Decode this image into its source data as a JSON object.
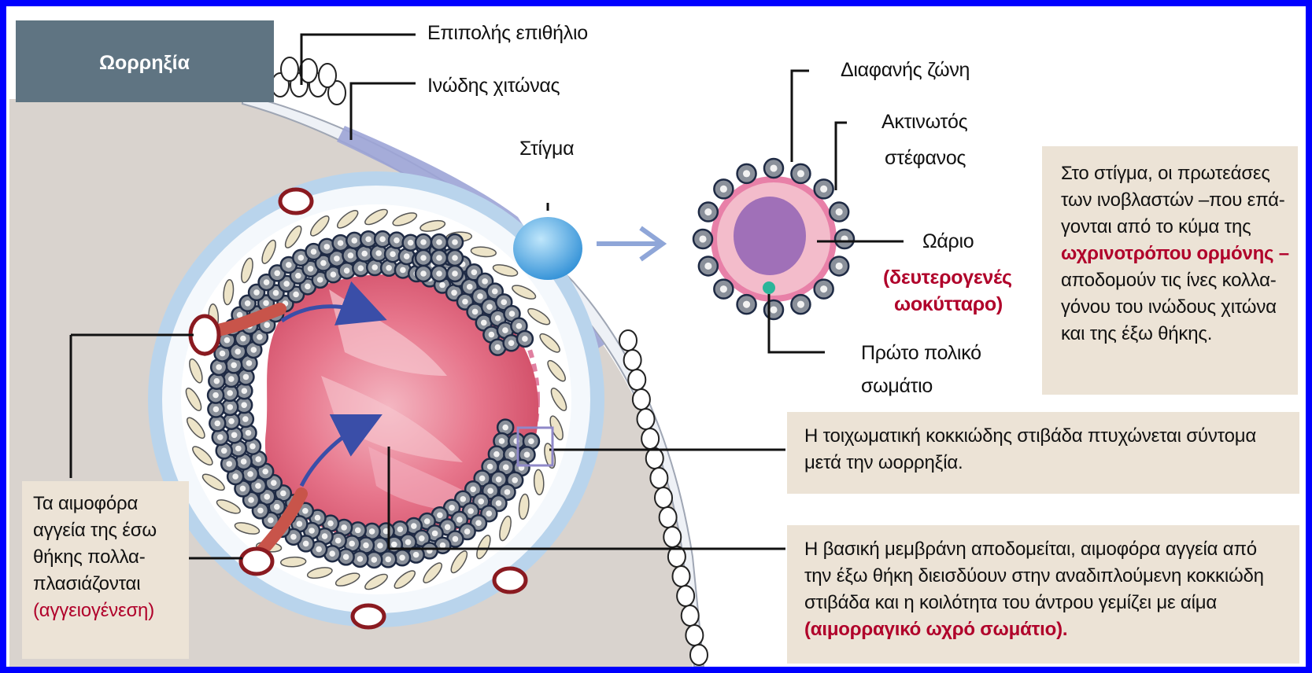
{
  "title_tab": "Ωορρηξία",
  "labels": {
    "epithelium": "Επιπολής επιθήλιο",
    "tunica": "Ινώδης χιτώνας",
    "stigma": "Στίγμα",
    "zona": "Διαφανής ζώνη",
    "corona_1": "Ακτινωτός",
    "corona_2": "στέφανος",
    "oocyte_1": "Ωάριο",
    "oocyte_2": "(δευτερογενές",
    "oocyte_3": "ωοκύτταρο)",
    "polar_1": "Πρώτο πολικό",
    "polar_2": "σωμάτιο"
  },
  "boxes": {
    "stigma_note": [
      "Στο στίγμα, οι πρωτεάσες",
      "των ινοβλαστών –που επά-",
      "γονται από το κύμα της",
      "ωχρινοτρόπου ορμόνης –",
      "αποδομούν τις ίνες κολλα-",
      "γόνου του ινώδους χιτώνα",
      "και της έξω θήκης."
    ],
    "granulosa_note": [
      "Η τοιχωματική κοκκιώδης στιβάδα πτυχώνεται σύντομα",
      "μετά την ωορρηξία."
    ],
    "membrane_note": [
      "Η βασική μεμβράνη αποδομείται, αιμοφόρα αγγεία από",
      "την έξω θήκη διεισδύουν στην αναδιπλούμενη κοκκιώδη",
      "στιβάδα και η κοιλότητα του άντρου γεμίζει με αίμα",
      "(αιμορραγικό ωχρό σωμάτιο)."
    ],
    "vessels_note": [
      "Τα αιμοφόρα",
      "αγγεία της έσω",
      "θήκης πολλα-",
      "πλασιάζονται",
      "(αγγειογένεση)"
    ]
  },
  "colors": {
    "frame": "#0000ff",
    "tab": "#5f7482",
    "stroma": "#d9d3ce",
    "note_bg": "#ece3d6",
    "highlight": "#b0002a",
    "cavity": "#e16e85",
    "granulosa_cell": "#8a909a",
    "stigma": "#4aa8e0",
    "zona": "#f0b8c8",
    "oocyte": "#a070b8"
  }
}
